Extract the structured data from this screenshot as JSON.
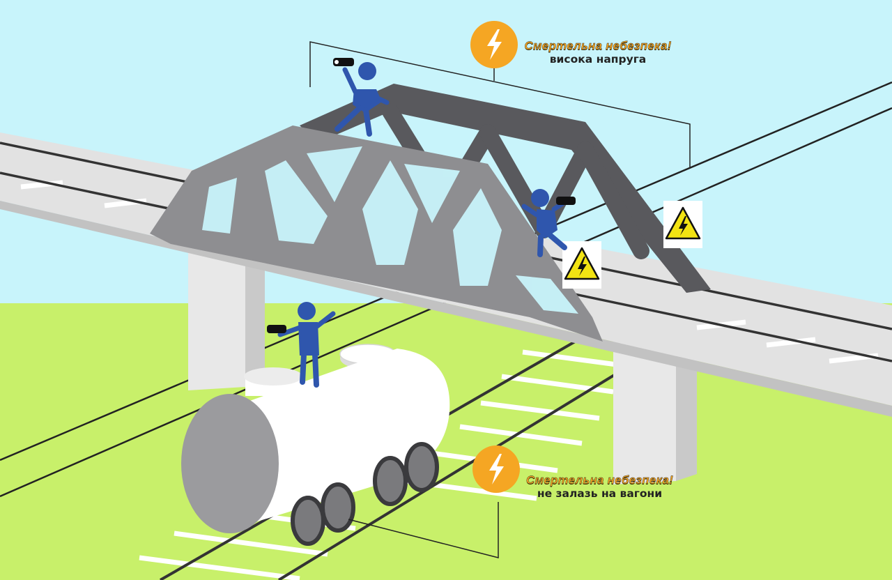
{
  "warnings": [
    {
      "title": "Смертельна небезпека!",
      "subtitle": "висока напруга"
    },
    {
      "title": "Смертельна небезпека!",
      "subtitle": "не залазь на вагони"
    }
  ],
  "colors": {
    "sky": "#c8f4fb",
    "grass": "#c8f06a",
    "rail_bed": "#e2e2e2",
    "truss_front": "#8e8e91",
    "truss_back": "#59595d",
    "person": "#2f56ad",
    "tank": "#ffffff",
    "tank_end": "#9b9b9e",
    "warn_orange": "#f5a623",
    "warn_title": "#f5a623",
    "warn_text": "#222222",
    "hazard_yellow": "#f2e313"
  },
  "icons": [
    "lightning-bolt-icon",
    "high-voltage-sign-icon",
    "person-icon",
    "phone-icon"
  ]
}
